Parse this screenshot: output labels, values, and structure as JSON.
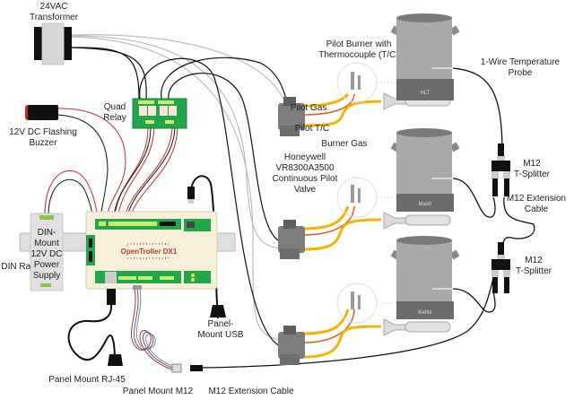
{
  "title": "OpenTroller DX1 Gas Brewery Wiring Diagram",
  "colors": {
    "pcb_green": "#22a64a",
    "controller_body": "#f7f1dc",
    "wire_black": "#111111",
    "wire_red": "#c62828",
    "wire_gray": "#bdbdbd",
    "gas_line": "#f5b301",
    "thermocouple_line": "#e2571c",
    "pot_gray": "#a9a9a9",
    "burner_stand": "#6b6b6b",
    "brand_text": "#c0392b"
  },
  "labels": {
    "transformer": [
      "24VAC",
      "Transformer"
    ],
    "relay": [
      "Quad",
      "Relay"
    ],
    "buzzer": [
      "12V DC Flashing",
      "Buzzer"
    ],
    "power_supply": [
      "DIN-",
      "Mount",
      "12V DC",
      "Power",
      "Supply"
    ],
    "din_rail": "DIN Rail",
    "controller": "OpenTroller DX1",
    "rj45": "Panel Mount RJ-45",
    "usb": [
      "Panel-",
      "Mount USB"
    ],
    "m12_panel": "Panel Mount M12",
    "m12_ext_bottom": "M12 Extension Cable",
    "pilot_burner": [
      "Pilot Burner with",
      "Thermocouple (T/C)"
    ],
    "pilot_gas": "Pilot Gas",
    "pilot_tc": "Pilot T/C",
    "burner_gas": "Burner Gas",
    "valve": [
      "Honeywell",
      "VR8300A3500",
      "Continuous Pilot",
      "Valve"
    ],
    "temp_probe": [
      "1-Wire Temperature",
      "Probe"
    ],
    "splitter_top": [
      "M12",
      "T-Splitter"
    ],
    "m12_ext_mid": [
      "M12 Extension",
      "Cable"
    ],
    "splitter_bottom": [
      "M12",
      "T-Splitter"
    ]
  },
  "vessels": [
    {
      "name": "HLT"
    },
    {
      "name": "Mash"
    },
    {
      "name": "Kettle"
    }
  ]
}
